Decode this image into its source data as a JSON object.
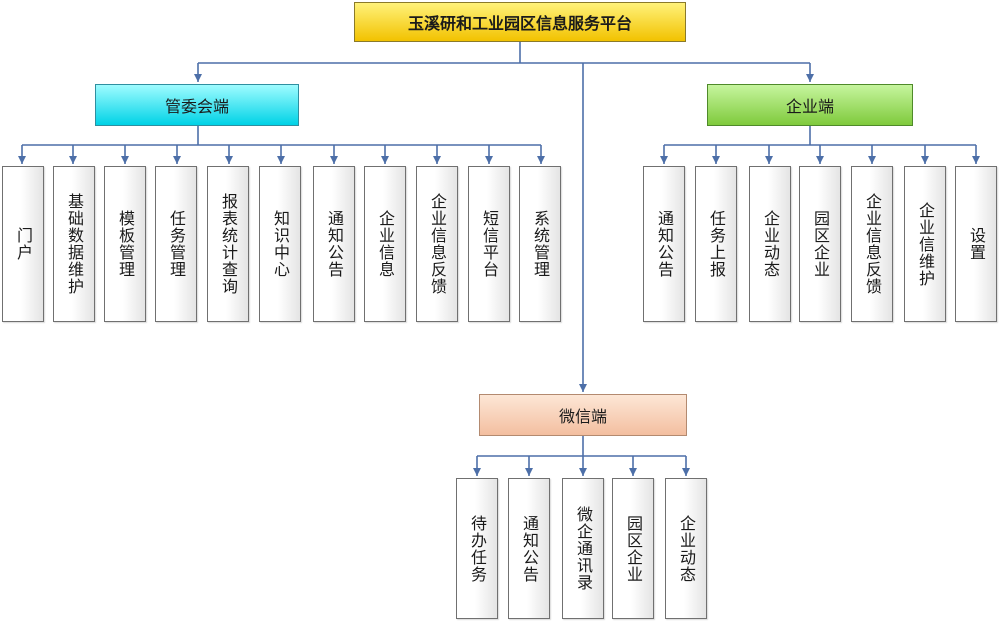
{
  "title": "玉溪研和工业园区信息服务平台",
  "branches": {
    "admin": {
      "label": "管委会端",
      "items": [
        "门户",
        "基础数据维护",
        "模板管理",
        "任务管理",
        "报表统计查询",
        "知识中心",
        "通知公告",
        "企业信息",
        "企业信息反馈",
        "短信平台",
        "系统管理"
      ]
    },
    "enterprise": {
      "label": "企业端",
      "items": [
        "通知公告",
        "任务上报",
        "企业动态",
        "园区企业",
        "企业信息反馈",
        "企业信维护",
        "设置"
      ]
    },
    "wechat": {
      "label": "微信端",
      "items": [
        "待办任务",
        "通知公告",
        "微企通讯录",
        "园区企业",
        "企业动态"
      ]
    }
  },
  "colors": {
    "connector": "#4d6fa8",
    "root_fill": "#f6d21a",
    "admin_fill": "#22e0f0",
    "enterprise_fill": "#9bd85a",
    "wechat_fill": "#f7cdb2"
  }
}
